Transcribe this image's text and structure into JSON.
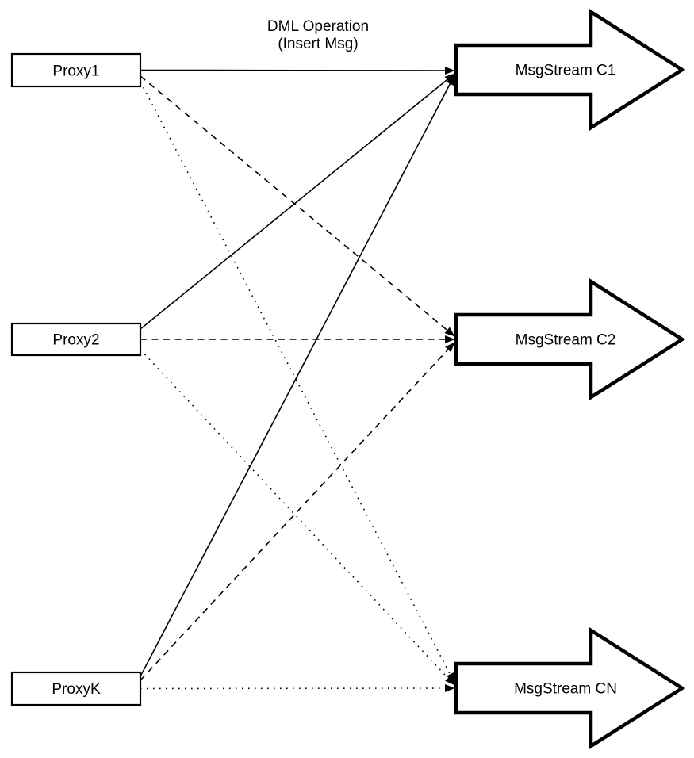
{
  "diagram": {
    "title": {
      "line1": "DML Operation",
      "line2": "(Insert Msg)"
    },
    "proxies": [
      {
        "label": "Proxy1"
      },
      {
        "label": "Proxy2"
      },
      {
        "label": "ProxyK"
      }
    ],
    "streams": [
      {
        "label": "MsgStream C1",
        "incoming_line_style": "solid"
      },
      {
        "label": "MsgStream C2",
        "incoming_line_style": "dashed"
      },
      {
        "label": "MsgStream CN",
        "incoming_line_style": "dotted"
      }
    ],
    "connections": [
      {
        "from": "Proxy1",
        "to": "MsgStream C1",
        "style": "solid"
      },
      {
        "from": "Proxy1",
        "to": "MsgStream C2",
        "style": "dashed"
      },
      {
        "from": "Proxy1",
        "to": "MsgStream CN",
        "style": "dotted"
      },
      {
        "from": "Proxy2",
        "to": "MsgStream C1",
        "style": "solid"
      },
      {
        "from": "Proxy2",
        "to": "MsgStream C2",
        "style": "dashed"
      },
      {
        "from": "Proxy2",
        "to": "MsgStream CN",
        "style": "dotted"
      },
      {
        "from": "ProxyK",
        "to": "MsgStream C1",
        "style": "solid"
      },
      {
        "from": "ProxyK",
        "to": "MsgStream C2",
        "style": "dashed"
      },
      {
        "from": "ProxyK",
        "to": "MsgStream CN",
        "style": "dotted"
      }
    ],
    "colors": {
      "stroke": "#000000",
      "fill": "#ffffff",
      "background": "#ffffff"
    }
  }
}
